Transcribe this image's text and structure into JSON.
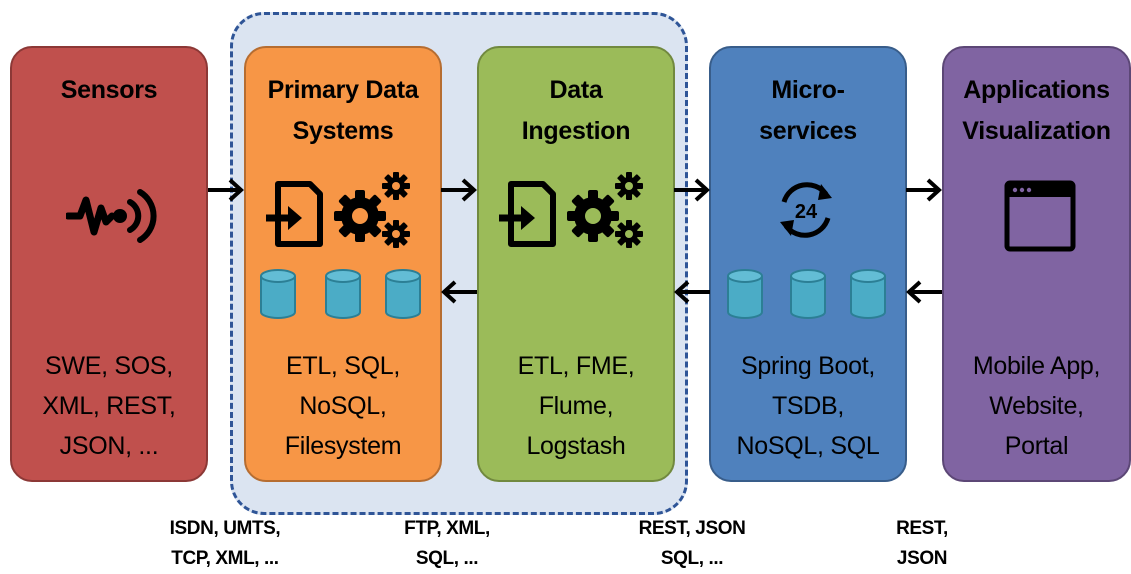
{
  "boxes": [
    {
      "id": "sensors",
      "title": "Sensors",
      "desc": "SWE, SOS,\nXML, REST,\nJSON, ...",
      "icon": "signal-waveform-icon",
      "color": "#c0504d"
    },
    {
      "id": "primary",
      "title": "Primary Data\nSystems",
      "desc": "ETL, SQL,\nNoSQL,\nFilesystem",
      "icon": "document-import-gears-icon",
      "color": "#f79646"
    },
    {
      "id": "ingest",
      "title": "Data\nIngestion",
      "desc": "ETL, FME,\nFlume,\nLogstash",
      "icon": "document-import-gears-icon",
      "color": "#9bbb59"
    },
    {
      "id": "micro",
      "title": "Micro-\nservices",
      "desc": "Spring Boot,\nTSDB,\nNoSQL, SQL",
      "icon": "24-hour-cycle-icon",
      "color": "#4f81bd"
    },
    {
      "id": "apps",
      "title": "Applications\nVisualization",
      "desc": "Mobile App,\nWebsite,\nPortal",
      "icon": "browser-window-icon",
      "color": "#8064a2"
    }
  ],
  "protocols": [
    "ISDN, UMTS,\nTCP, XML, ...",
    "FTP, XML,\nSQL, ...",
    "REST, JSON\nSQL, ...",
    "REST,\nJSON"
  ],
  "colors": {
    "group_border": "#2f5597",
    "group_fill": "#dbe4f1",
    "database": "#4bacc6",
    "arrow": "#000000"
  }
}
